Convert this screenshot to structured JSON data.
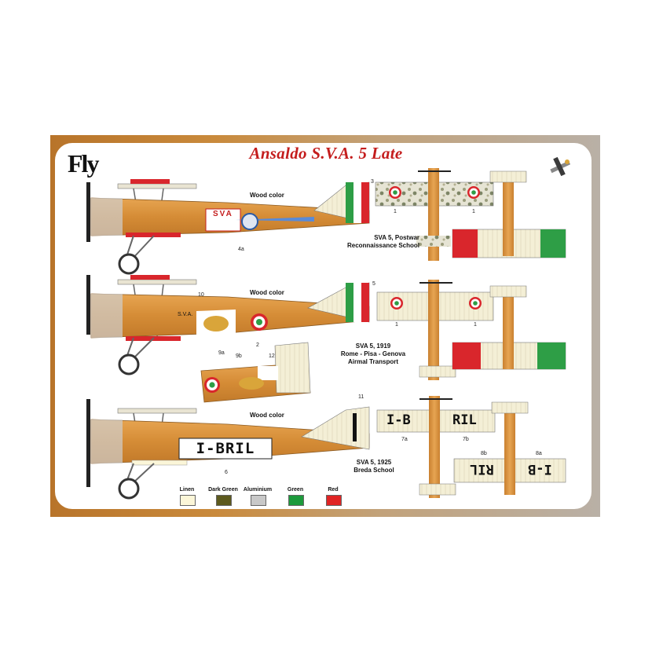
{
  "title": "Ansaldo S.V.A. 5 Late",
  "brand": "Fly",
  "profiles": [
    {
      "wood_label": "Wood color",
      "fuselage_text": "SVA",
      "caption_lines": [
        "SVA 5, Postwar",
        "Reconnaissance School"
      ],
      "part_numbers": [
        "3",
        "4a",
        "1",
        "1"
      ]
    },
    {
      "wood_label": "Wood color",
      "fuselage_text": "S.V.A.",
      "caption_lines": [
        "SVA 5, 1919",
        "Rome - Pisa - Genova",
        "Airmal Transport"
      ],
      "part_numbers": [
        "5",
        "10",
        "9a",
        "2",
        "9b",
        "12",
        "1",
        "1"
      ]
    },
    {
      "wood_label": "Wood color",
      "registration": "I-BRIL",
      "caption_lines": [
        "SVA 5, 1925",
        "Breda School"
      ],
      "part_numbers": [
        "11",
        "6",
        "7a",
        "7b",
        "8b",
        "8a"
      ]
    }
  ],
  "wing_registration_top": [
    "I-B",
    "RIL"
  ],
  "wing_registration_bottom": [
    "I-B",
    "RIL"
  ],
  "palette": [
    {
      "name": "Linen",
      "color": "#fbf6d8"
    },
    {
      "name": "Dark Green",
      "color": "#5d5a1e"
    },
    {
      "name": "Aluminium",
      "color": "#c8c8c8"
    },
    {
      "name": "Green",
      "color": "#1d9a3c"
    },
    {
      "name": "Red",
      "color": "#e02424"
    }
  ],
  "colors": {
    "wood": "#d9953e",
    "roundel_red": "#d9262c",
    "roundel_green": "#2e9e46",
    "frame": "#b8742a"
  }
}
